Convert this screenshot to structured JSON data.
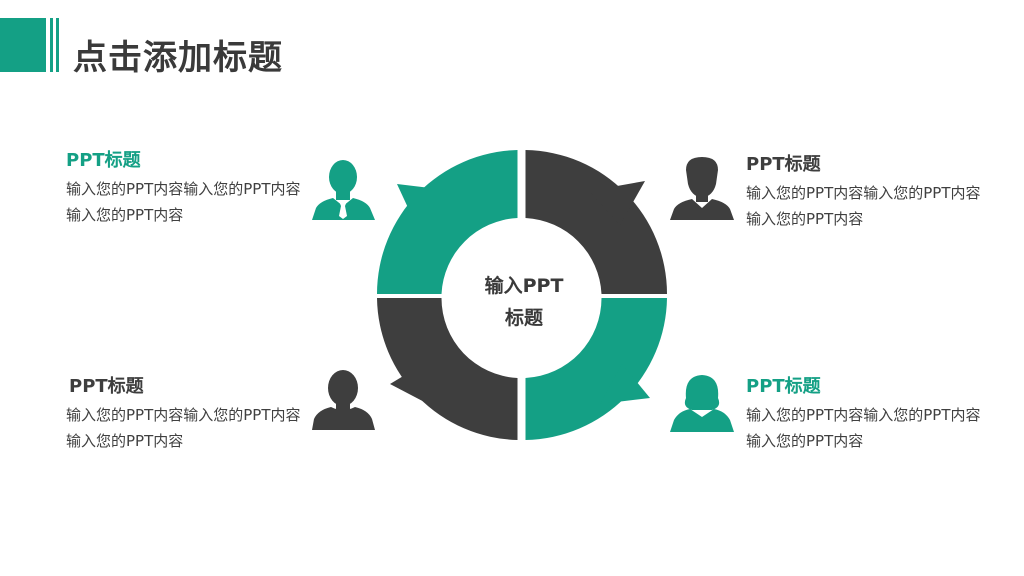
{
  "page": {
    "title": "点击添加标题"
  },
  "colors": {
    "accent": "#14a085",
    "dark": "#3e3e3e"
  },
  "diagram": {
    "center_label_line1": "输入PPT",
    "center_label_line2": "标题",
    "blocks": [
      {
        "heading": "PPT标题",
        "body": "输入您的PPT内容输入您的PPT内容输入您的PPT内容",
        "icon": "businessman-icon"
      },
      {
        "heading": "PPT标题",
        "body": "输入您的PPT内容输入您的PPT内容输入您的PPT内容",
        "icon": "man-icon"
      },
      {
        "heading": "PPT标题",
        "body": "输入您的PPT内容输入您的PPT内容输入您的PPT内容",
        "icon": "person-icon"
      },
      {
        "heading": "PPT标题",
        "body": "输入您的PPT内容输入您的PPT内容输入您的PPT内容",
        "icon": "woman-icon"
      }
    ]
  }
}
